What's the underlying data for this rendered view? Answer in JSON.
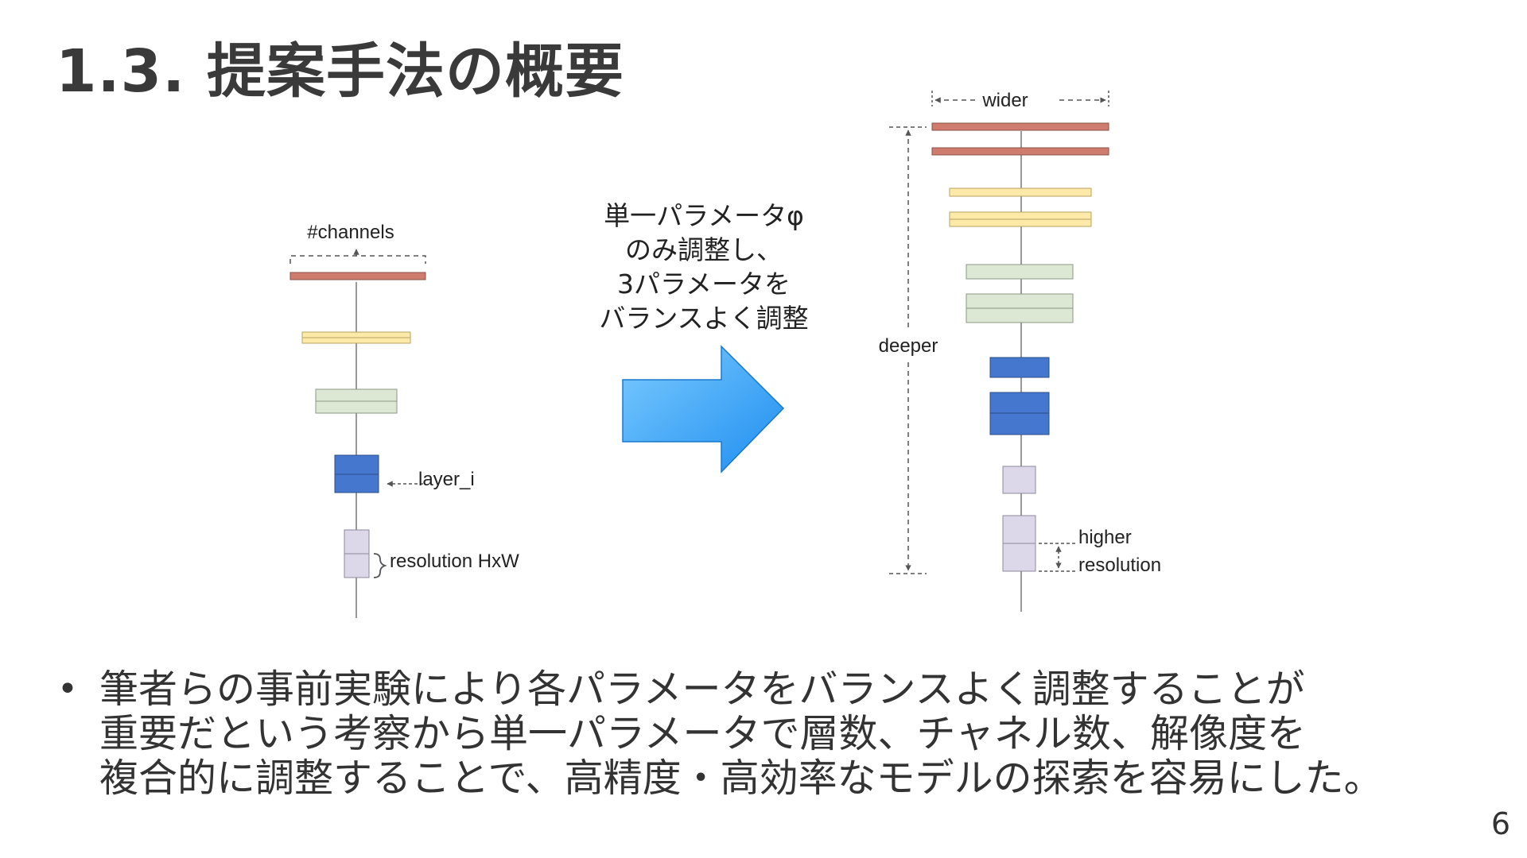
{
  "slide": {
    "title": "1.3. 提案手法の概要",
    "page_number": "6"
  },
  "diagram": {
    "left_labels": {
      "channels": "#channels",
      "layer": "layer_i",
      "resolution": "resolution HxW"
    },
    "right_labels": {
      "wider": "wider",
      "deeper": "deeper",
      "higher": "higher",
      "resolution": "resolution"
    },
    "caption_lines": [
      "単一パラメータφ",
      "のみ調整し、",
      "3パラメータを",
      "バランスよく調整"
    ],
    "colors": {
      "red_layer": "#cf7b6e",
      "yellow_layer": "#fde9a8",
      "green_layer": "#dde8d4",
      "blue_layer": "#4677cf",
      "lavender_layer": "#dcd8ea",
      "arrow_light": "#6fc2ff",
      "arrow_dark": "#1e8ef0"
    }
  },
  "body": {
    "bullet": "•",
    "lines": [
      "筆者らの事前実験により各パラメータをバランスよく調整することが",
      "重要だという考察から単一パラメータで層数、チャネル数、解像度を",
      "複合的に調整することで、高精度・高効率なモデルの探索を容易にした。"
    ]
  }
}
